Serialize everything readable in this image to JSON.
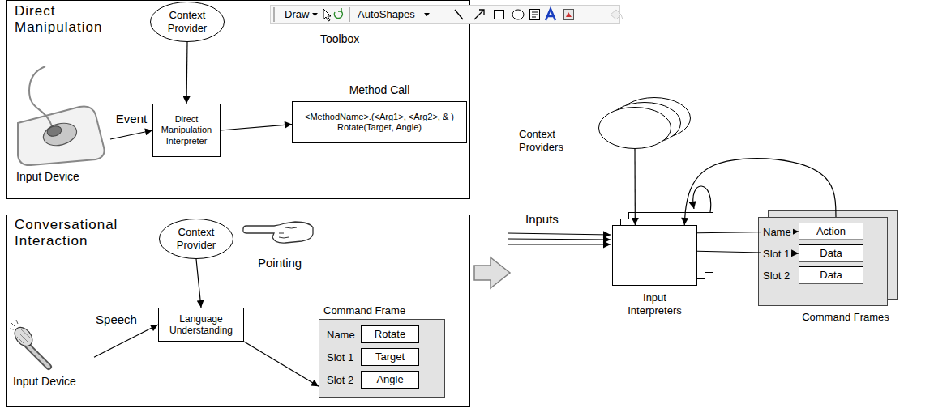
{
  "diagram": {
    "nodes": [
      {
        "text": [
          "Direct Manipulation"
        ]
      },
      {
        "text": [
          "Context Provider"
        ],
        "in": 0
      },
      {
        "text": [
          "Draw",
          "AutoShapes",
          "Toolbox"
        ],
        "in": 0
      },
      {
        "text": [
          "Input Device"
        ],
        "in": 0
      },
      {
        "text": [
          "Direct Manipulation Interpreter"
        ],
        "in": 0
      },
      {
        "text": [
          "Method Call",
          "<MethodName>.(<Arg1>, <Arg2>, & )",
          "Rotate(Target, Angle)"
        ],
        "in": 0
      },
      {
        "text": [
          "Conversational Interaction"
        ]
      },
      {
        "text": [
          "Context Provider"
        ],
        "in": 6
      },
      {
        "text": [
          "Input Device"
        ],
        "in": 6
      },
      {
        "text": [
          "Language Understanding"
        ],
        "in": 6
      },
      {
        "text": [
          "Command Frame",
          "Name",
          "Slot 1",
          "Slot 2"
        ],
        "in": 6
      },
      {
        "text": [
          "Rotate"
        ],
        "in": 10
      },
      {
        "text": [
          "Target"
        ],
        "in": 10
      },
      {
        "text": [
          "Angle"
        ],
        "in": 10
      },
      {
        "text": [
          "Context Providers"
        ]
      },
      {
        "text": [
          "Input Interpreters"
        ]
      },
      {
        "text": [
          "Command Frames",
          "Name",
          "Slot 1",
          "Slot 2"
        ]
      },
      {
        "text": [
          "Action"
        ],
        "in": 16
      },
      {
        "text": [
          "Data"
        ],
        "in": 16
      },
      {
        "text": [
          "Data"
        ],
        "in": 16
      }
    ],
    "edges": [
      {
        "from": 1,
        "to": 4,
        "arrow": "to"
      },
      {
        "from": 3,
        "to": 4,
        "label": "Event",
        "arrow": "to"
      },
      {
        "from": 4,
        "to": 5,
        "arrow": "to"
      },
      {
        "from": 7,
        "to": 9,
        "arrow": "to"
      },
      {
        "from": 8,
        "to": 9,
        "label": "Speech",
        "arrow": "to"
      },
      {
        "from": 9,
        "to": 10,
        "arrow": "to"
      },
      {
        "from": 14,
        "to": 15,
        "arrow": "to"
      },
      {
        "from": 15,
        "to": 17,
        "arrow": "to"
      },
      {
        "from": 15,
        "to": 18,
        "arrow": "to"
      },
      {
        "from": 16,
        "to": 15,
        "arrow": "to"
      }
    ],
    "labels": [
      "Pointing",
      "Inputs"
    ]
  }
}
